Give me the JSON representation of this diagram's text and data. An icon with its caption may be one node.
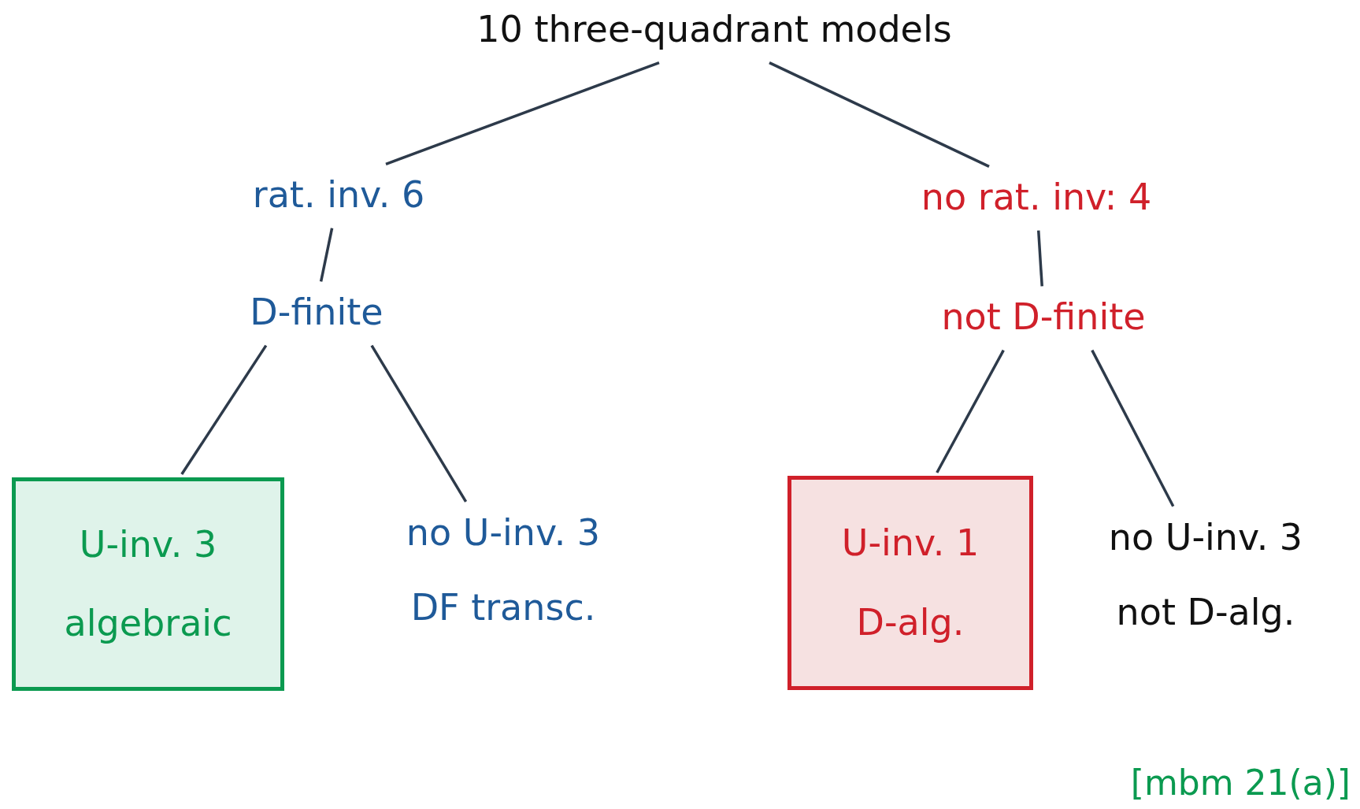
{
  "diagram": {
    "nodes": [
      {
        "text": [
          "10 three-quadrant models"
        ]
      },
      {
        "text": [
          "rat. inv. 6"
        ]
      },
      {
        "text": [
          "no rat. inv: 4"
        ]
      },
      {
        "text": [
          "D-finite"
        ]
      },
      {
        "text": [
          "not D-finite"
        ]
      },
      {
        "text": [
          "U-inv. 3",
          "algebraic"
        ]
      },
      {
        "text": [
          "no U-inv. 3",
          "DF transc."
        ]
      },
      {
        "text": [
          "U-inv. 1",
          "D-alg."
        ]
      },
      {
        "text": [
          "no U-inv. 3",
          "not D-alg."
        ]
      }
    ],
    "edges": [
      {
        "from": 0,
        "to": 1,
        "arrow": "none"
      },
      {
        "from": 0,
        "to": 2,
        "arrow": "none"
      },
      {
        "from": 1,
        "to": 3,
        "arrow": "none"
      },
      {
        "from": 2,
        "to": 4,
        "arrow": "none"
      },
      {
        "from": 3,
        "to": 5,
        "arrow": "none"
      },
      {
        "from": 3,
        "to": 6,
        "arrow": "none"
      },
      {
        "from": 4,
        "to": 7,
        "arrow": "none"
      },
      {
        "from": 4,
        "to": 8,
        "arrow": "none"
      }
    ],
    "labels": [
      "[mbm 21(a)]"
    ]
  }
}
